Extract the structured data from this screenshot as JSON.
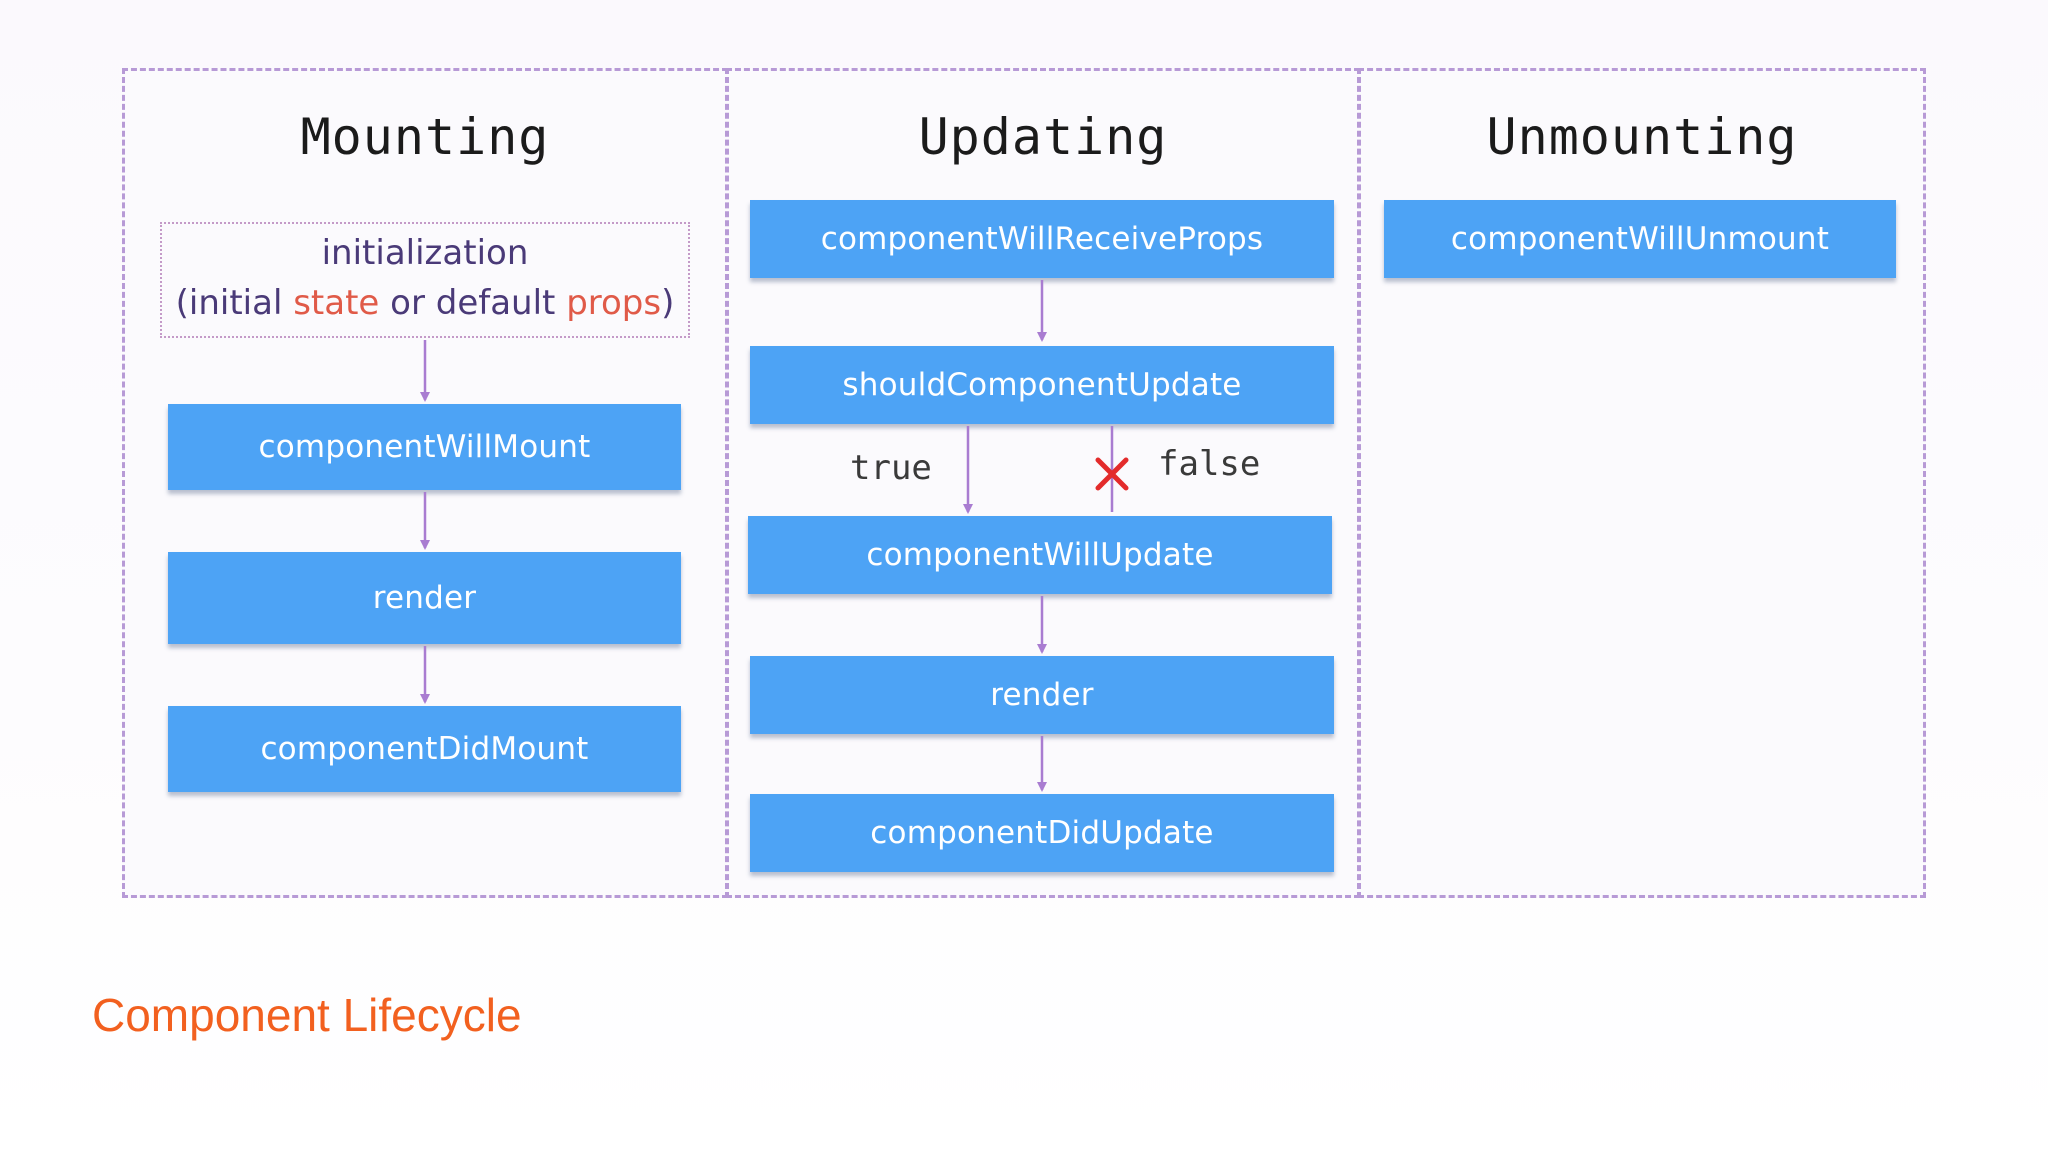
{
  "mounting": {
    "title": "Mounting",
    "init_line1": "initialization",
    "init_open": "(initial ",
    "init_state": "state",
    "init_mid": " or default ",
    "init_props": "props",
    "init_close": ")",
    "steps": [
      "componentWillMount",
      "render",
      "componentDidMount"
    ]
  },
  "updating": {
    "title": "Updating",
    "steps": [
      "componentWillReceiveProps",
      "shouldComponentUpdate",
      "componentWillUpdate",
      "render",
      "componentDidUpdate"
    ],
    "true_label": "true",
    "false_label": "false"
  },
  "unmounting": {
    "title": "Unmounting",
    "steps": [
      "componentWillUnmount"
    ]
  },
  "caption": "Component Lifecycle",
  "colors": {
    "box": "#4da3f5",
    "border": "#b79ad6",
    "arrow": "#a97cd1",
    "cross": "#e32b2b",
    "caption": "#f2601f",
    "highlight": "#e05a48"
  }
}
